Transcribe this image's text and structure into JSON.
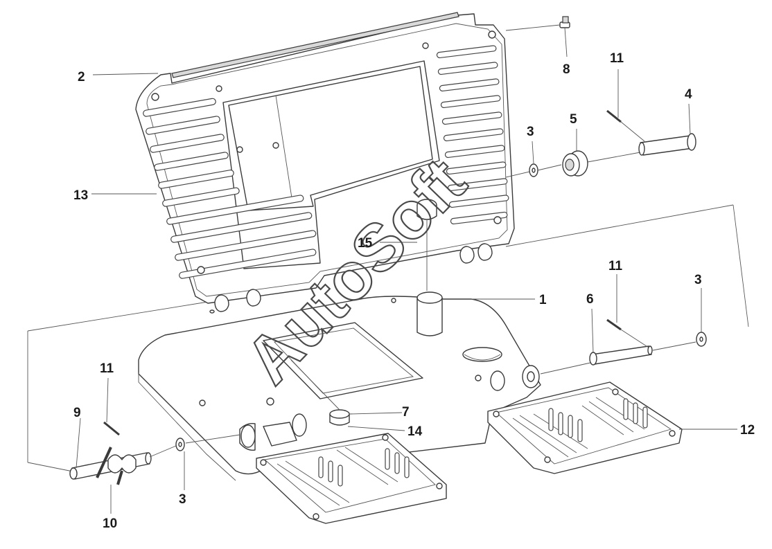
{
  "watermark": "AutoSoft",
  "callouts": [
    "1",
    "2",
    "3",
    "3",
    "3",
    "4",
    "5",
    "6",
    "7",
    "8",
    "9",
    "10",
    "11",
    "11",
    "11",
    "12",
    "13",
    "14",
    "15"
  ],
  "colors": {
    "line": "#3a3a3a",
    "shade": "#d9d9d9",
    "background": "#ffffff"
  }
}
